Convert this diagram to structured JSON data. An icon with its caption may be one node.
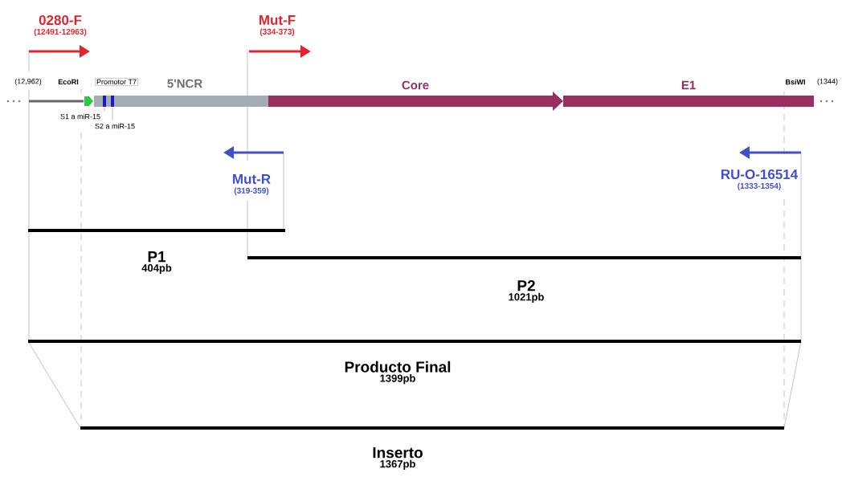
{
  "diagram": {
    "nodes": [
      {
        "text": [
          "0280-F",
          "(12491-12963)"
        ]
      },
      {
        "text": [
          "Mut-F",
          "(334-373)"
        ]
      },
      {
        "text": [
          "Promotor T7"
        ]
      },
      {
        "text": [
          "5'NCR"
        ]
      },
      {
        "text": [
          "Core"
        ]
      },
      {
        "text": [
          "E1"
        ]
      },
      {
        "text": [
          "Mut-R",
          "(319-359)"
        ]
      },
      {
        "text": [
          "RU-O-16514",
          "(1333-1354)"
        ]
      },
      {
        "text": [
          "P1",
          "404pb"
        ]
      },
      {
        "text": [
          "P2",
          "1021pb"
        ]
      },
      {
        "text": [
          "Producto Final",
          "1399pb"
        ]
      },
      {
        "text": [
          "Inserto",
          "1367pb"
        ]
      }
    ],
    "labels": [
      "(12,962)",
      "EcoRI",
      "S1 a miR-15",
      "S2 a miR-15",
      "BsiWI",
      "(1344)"
    ]
  }
}
